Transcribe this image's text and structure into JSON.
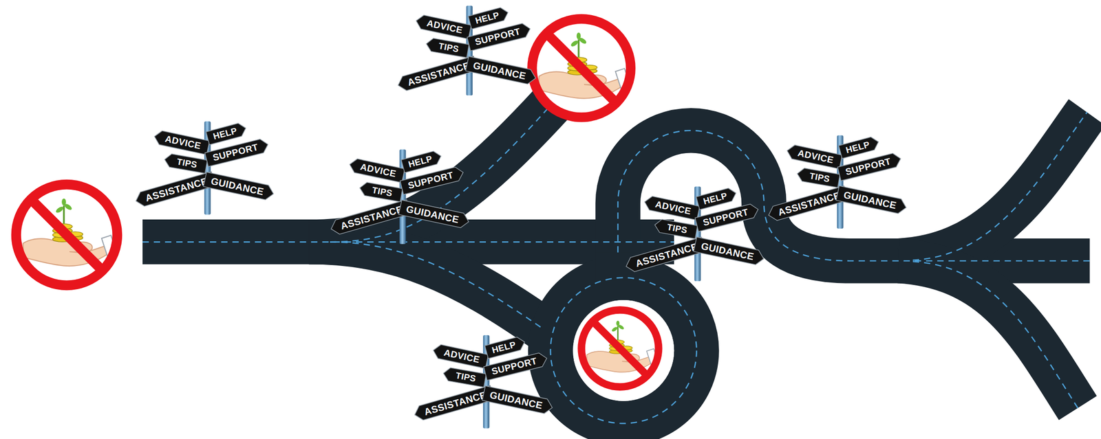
{
  "diagram": {
    "nodes": [
      {
        "text": [
          "ADVICE"
        ]
      },
      {
        "text": [
          "HELP"
        ]
      },
      {
        "text": [
          "TIPS"
        ]
      },
      {
        "text": [
          "SUPPORT"
        ]
      },
      {
        "text": [
          "ASSISTANCE"
        ]
      },
      {
        "text": [
          "GUIDANCE"
        ]
      },
      {
        "text": [
          "ADVICE"
        ]
      },
      {
        "text": [
          "HELP"
        ]
      },
      {
        "text": [
          "TIPS"
        ]
      },
      {
        "text": [
          "SUPPORT"
        ]
      },
      {
        "text": [
          "ASSISTANCE"
        ]
      },
      {
        "text": [
          "GUIDANCE"
        ]
      },
      {
        "text": [
          "ADVICE"
        ]
      },
      {
        "text": [
          "HELP"
        ]
      },
      {
        "text": [
          "TIPS"
        ]
      },
      {
        "text": [
          "SUPPORT"
        ]
      },
      {
        "text": [
          "ASSISTANCE"
        ]
      },
      {
        "text": [
          "GUIDANCE"
        ]
      },
      {
        "text": [
          "ADVICE"
        ]
      },
      {
        "text": [
          "HELP"
        ]
      },
      {
        "text": [
          "TIPS"
        ]
      },
      {
        "text": [
          "SUPPORT"
        ]
      },
      {
        "text": [
          "ASSISTANCE"
        ]
      },
      {
        "text": [
          "GUIDANCE"
        ]
      },
      {
        "text": [
          "ADVICE"
        ]
      },
      {
        "text": [
          "HELP"
        ]
      },
      {
        "text": [
          "TIPS"
        ]
      },
      {
        "text": [
          "SUPPORT"
        ]
      },
      {
        "text": [
          "ASSISTANCE"
        ]
      },
      {
        "text": [
          "GUIDANCE"
        ]
      },
      {
        "text": [
          "ADVICE"
        ]
      },
      {
        "text": [
          "HELP"
        ]
      },
      {
        "text": [
          "TIPS"
        ]
      },
      {
        "text": [
          "SUPPORT"
        ]
      },
      {
        "text": [
          "ASSISTANCE"
        ]
      },
      {
        "text": [
          "GUIDANCE"
        ]
      }
    ]
  }
}
